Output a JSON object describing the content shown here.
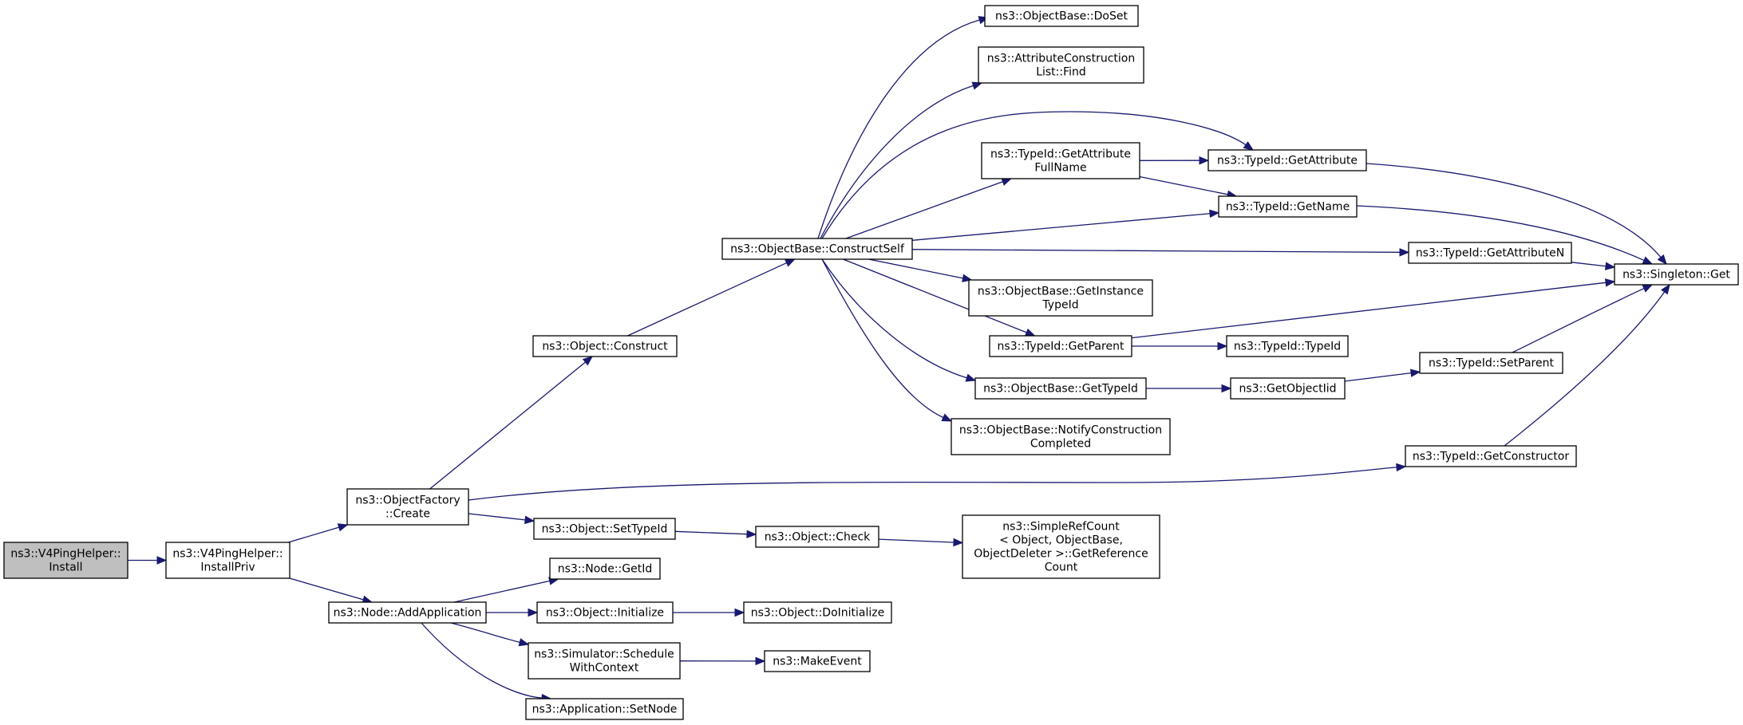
{
  "graph": {
    "nodes": [
      {
        "id": "v4ping_install",
        "lines": [
          "ns3::V4PingHelper::",
          "Install"
        ],
        "root": true
      },
      {
        "id": "v4ping_installpriv",
        "lines": [
          "ns3::V4PingHelper::",
          "InstallPriv"
        ]
      },
      {
        "id": "objectfactory_create",
        "lines": [
          "ns3::ObjectFactory",
          "::Create"
        ]
      },
      {
        "id": "node_addapplication",
        "lines": [
          "ns3::Node::AddApplication"
        ]
      },
      {
        "id": "object_construct",
        "lines": [
          "ns3::Object::Construct"
        ]
      },
      {
        "id": "object_settypeid",
        "lines": [
          "ns3::Object::SetTypeId"
        ]
      },
      {
        "id": "node_getid",
        "lines": [
          "ns3::Node::GetId"
        ]
      },
      {
        "id": "object_initialize",
        "lines": [
          "ns3::Object::Initialize"
        ]
      },
      {
        "id": "simulator_schedulewithcontext",
        "lines": [
          "ns3::Simulator::Schedule",
          "WithContext"
        ]
      },
      {
        "id": "application_setnode",
        "lines": [
          "ns3::Application::SetNode"
        ]
      },
      {
        "id": "objectbase_constructself",
        "lines": [
          "ns3::ObjectBase::ConstructSelf"
        ]
      },
      {
        "id": "object_check",
        "lines": [
          "ns3::Object::Check"
        ]
      },
      {
        "id": "object_doinitialize",
        "lines": [
          "ns3::Object::DoInitialize"
        ]
      },
      {
        "id": "makeevent",
        "lines": [
          "ns3::MakeEvent"
        ]
      },
      {
        "id": "objectbase_doset",
        "lines": [
          "ns3::ObjectBase::DoSet"
        ]
      },
      {
        "id": "attributeconstructionlist_find",
        "lines": [
          "ns3::AttributeConstruction",
          "List::Find"
        ]
      },
      {
        "id": "typeid_getattributefullname",
        "lines": [
          "ns3::TypeId::GetAttribute",
          "FullName"
        ]
      },
      {
        "id": "objectbase_getinstancetypeid",
        "lines": [
          "ns3::ObjectBase::GetInstance",
          "TypeId"
        ]
      },
      {
        "id": "typeid_getparent",
        "lines": [
          "ns3::TypeId::GetParent"
        ]
      },
      {
        "id": "objectbase_gettypeid",
        "lines": [
          "ns3::ObjectBase::GetTypeId"
        ]
      },
      {
        "id": "objectbase_notifyconstructioncompleted",
        "lines": [
          "ns3::ObjectBase::NotifyConstruction",
          "Completed"
        ]
      },
      {
        "id": "simplerefcount_getreferencecount",
        "lines": [
          "ns3::SimpleRefCount",
          "< Object, ObjectBase,",
          " ObjectDeleter >::GetReference",
          "Count"
        ]
      },
      {
        "id": "typeid_getattribute",
        "lines": [
          "ns3::TypeId::GetAttribute"
        ]
      },
      {
        "id": "typeid_getname",
        "lines": [
          "ns3::TypeId::GetName"
        ]
      },
      {
        "id": "typeid_getattributen",
        "lines": [
          "ns3::TypeId::GetAttributeN"
        ]
      },
      {
        "id": "typeid_typeid",
        "lines": [
          "ns3::TypeId::TypeId"
        ]
      },
      {
        "id": "getobjectiid",
        "lines": [
          "ns3::GetObjectIid"
        ]
      },
      {
        "id": "typeid_getconstructor",
        "lines": [
          "ns3::TypeId::GetConstructor"
        ]
      },
      {
        "id": "typeid_setparent",
        "lines": [
          "ns3::TypeId::SetParent"
        ]
      },
      {
        "id": "singleton_get",
        "lines": [
          "ns3::Singleton::Get"
        ]
      }
    ],
    "edges": [
      {
        "from": "v4ping_install",
        "to": "v4ping_installpriv"
      },
      {
        "from": "v4ping_installpriv",
        "to": "objectfactory_create"
      },
      {
        "from": "v4ping_installpriv",
        "to": "node_addapplication"
      },
      {
        "from": "objectfactory_create",
        "to": "object_construct"
      },
      {
        "from": "objectfactory_create",
        "to": "object_settypeid"
      },
      {
        "from": "objectfactory_create",
        "to": "typeid_getconstructor"
      },
      {
        "from": "object_construct",
        "to": "objectbase_constructself"
      },
      {
        "from": "objectbase_constructself",
        "to": "objectbase_doset"
      },
      {
        "from": "objectbase_constructself",
        "to": "attributeconstructionlist_find"
      },
      {
        "from": "objectbase_constructself",
        "to": "typeid_getattribute"
      },
      {
        "from": "objectbase_constructself",
        "to": "typeid_getattributefullname"
      },
      {
        "from": "objectbase_constructself",
        "to": "typeid_getname"
      },
      {
        "from": "objectbase_constructself",
        "to": "typeid_getattributen"
      },
      {
        "from": "objectbase_constructself",
        "to": "objectbase_getinstancetypeid"
      },
      {
        "from": "objectbase_constructself",
        "to": "typeid_getparent"
      },
      {
        "from": "objectbase_constructself",
        "to": "objectbase_gettypeid"
      },
      {
        "from": "objectbase_constructself",
        "to": "objectbase_notifyconstructioncompleted"
      },
      {
        "from": "typeid_getattributefullname",
        "to": "typeid_getattribute"
      },
      {
        "from": "typeid_getattributefullname",
        "to": "typeid_getname"
      },
      {
        "from": "typeid_getattribute",
        "to": "singleton_get"
      },
      {
        "from": "typeid_getname",
        "to": "singleton_get"
      },
      {
        "from": "typeid_getattributen",
        "to": "singleton_get"
      },
      {
        "from": "typeid_getparent",
        "to": "singleton_get"
      },
      {
        "from": "typeid_getparent",
        "to": "typeid_typeid"
      },
      {
        "from": "objectbase_gettypeid",
        "to": "getobjectiid"
      },
      {
        "from": "getobjectiid",
        "to": "typeid_setparent"
      },
      {
        "from": "typeid_setparent",
        "to": "singleton_get"
      },
      {
        "from": "typeid_getconstructor",
        "to": "singleton_get"
      },
      {
        "from": "object_settypeid",
        "to": "object_check"
      },
      {
        "from": "object_check",
        "to": "simplerefcount_getreferencecount"
      },
      {
        "from": "node_addapplication",
        "to": "node_getid"
      },
      {
        "from": "node_addapplication",
        "to": "object_initialize"
      },
      {
        "from": "node_addapplication",
        "to": "simulator_schedulewithcontext"
      },
      {
        "from": "node_addapplication",
        "to": "application_setnode"
      },
      {
        "from": "object_initialize",
        "to": "object_doinitialize"
      },
      {
        "from": "simulator_schedulewithcontext",
        "to": "makeevent"
      }
    ]
  }
}
